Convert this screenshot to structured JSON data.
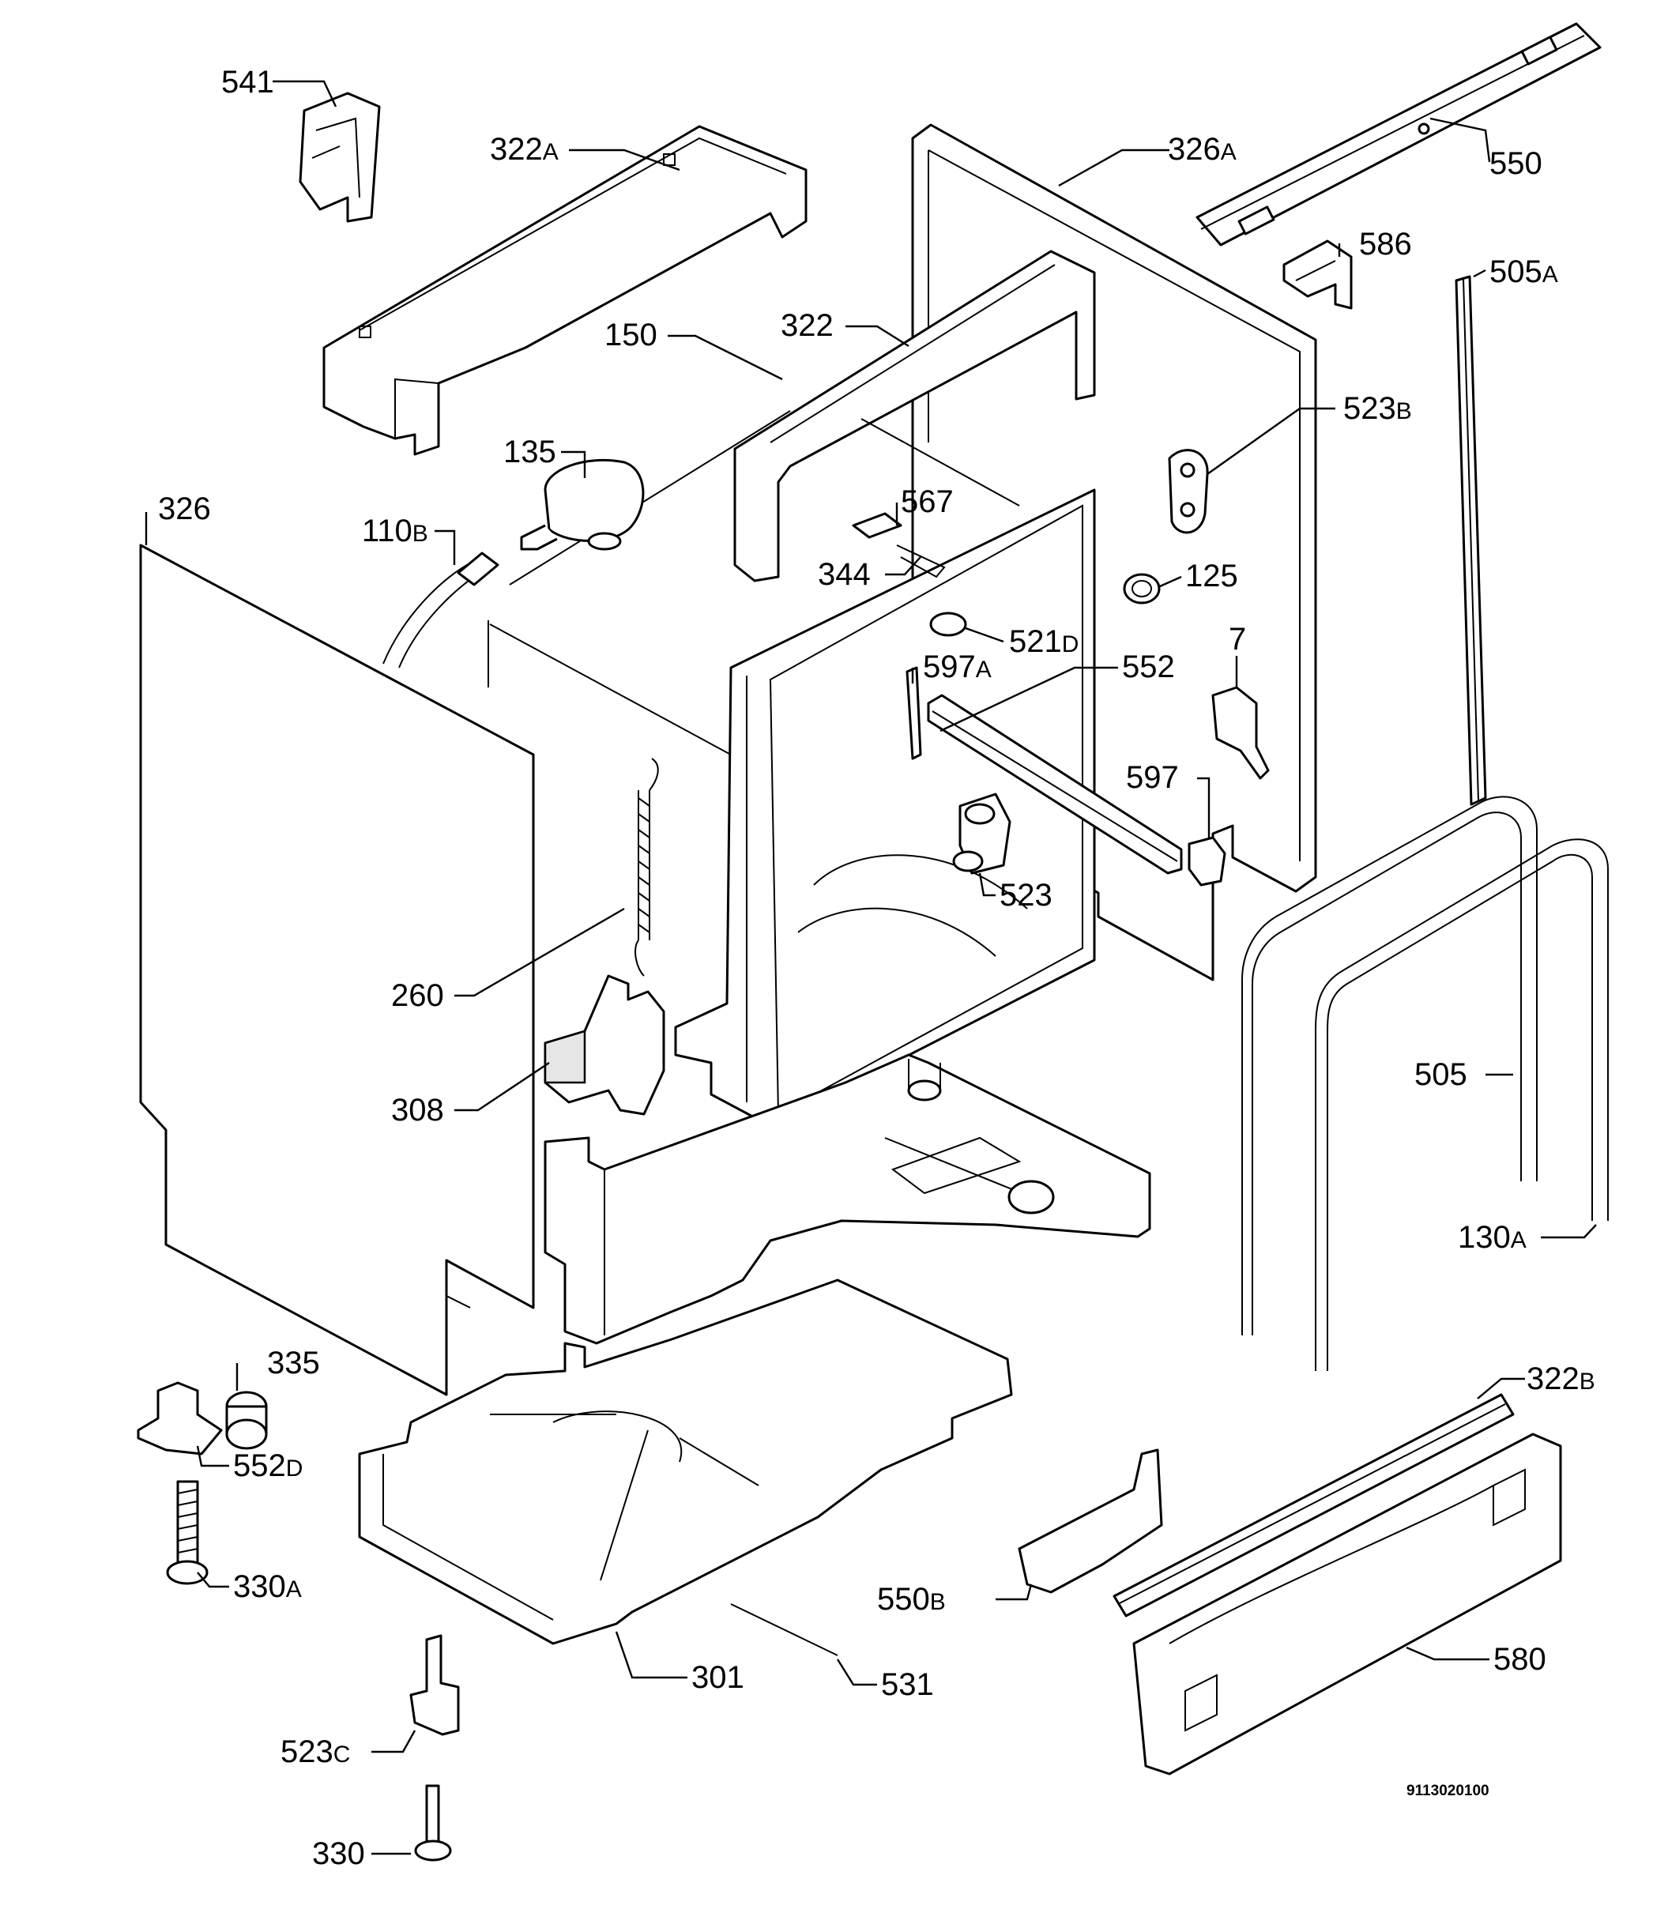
{
  "diagram": {
    "drawing_code": "9113020100",
    "labels": [
      {
        "num": "541",
        "suffix": ""
      },
      {
        "num": "322",
        "suffix": "A"
      },
      {
        "num": "326",
        "suffix": "A"
      },
      {
        "num": "550",
        "suffix": ""
      },
      {
        "num": "586",
        "suffix": ""
      },
      {
        "num": "505",
        "suffix": "A"
      },
      {
        "num": "150",
        "suffix": ""
      },
      {
        "num": "322",
        "suffix": ""
      },
      {
        "num": "523",
        "suffix": "B"
      },
      {
        "num": "135",
        "suffix": ""
      },
      {
        "num": "326",
        "suffix": ""
      },
      {
        "num": "567",
        "suffix": ""
      },
      {
        "num": "110",
        "suffix": "B"
      },
      {
        "num": "125",
        "suffix": ""
      },
      {
        "num": "344",
        "suffix": ""
      },
      {
        "num": "521",
        "suffix": "D"
      },
      {
        "num": "7",
        "suffix": ""
      },
      {
        "num": "597",
        "suffix": "A"
      },
      {
        "num": "552",
        "suffix": ""
      },
      {
        "num": "597",
        "suffix": ""
      },
      {
        "num": "523",
        "suffix": ""
      },
      {
        "num": "260",
        "suffix": ""
      },
      {
        "num": "505",
        "suffix": ""
      },
      {
        "num": "308",
        "suffix": ""
      },
      {
        "num": "130",
        "suffix": "A"
      },
      {
        "num": "335",
        "suffix": ""
      },
      {
        "num": "322",
        "suffix": "B"
      },
      {
        "num": "552",
        "suffix": "D"
      },
      {
        "num": "330",
        "suffix": "A"
      },
      {
        "num": "550",
        "suffix": "B"
      },
      {
        "num": "580",
        "suffix": ""
      },
      {
        "num": "301",
        "suffix": ""
      },
      {
        "num": "531",
        "suffix": ""
      },
      {
        "num": "523",
        "suffix": "C"
      },
      {
        "num": "330",
        "suffix": ""
      }
    ]
  }
}
